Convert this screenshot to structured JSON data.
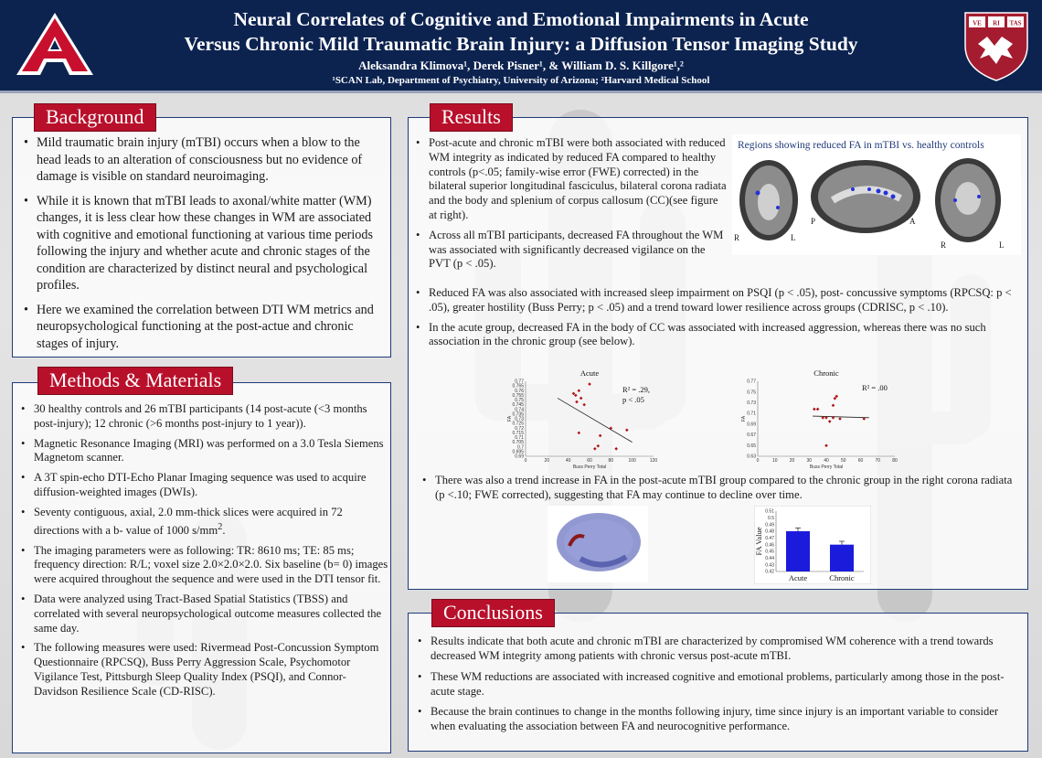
{
  "header": {
    "title_line1": "Neural Correlates of Cognitive and Emotional Impairments in Acute",
    "title_line2": "Versus Chronic Mild Traumatic Brain Injury: a Diffusion Tensor Imaging Study",
    "authors": "Aleksandra Klimova¹,  Derek Pisner¹, &  William D. S. Killgore¹,²",
    "affiliations": "¹SCAN Lab, Department of Psychiatry, University of Arizona; ²Harvard Medical School",
    "logo_left": "A",
    "logo_right_text": [
      "VE",
      "RI",
      "TAS"
    ]
  },
  "background": {
    "title": "Background",
    "bullets": [
      "Mild traumatic brain injury (mTBI) occurs when a blow to the head leads to an alteration of consciousness but no evidence of damage is visible on standard neuroimaging.",
      "While it is known that mTBI leads to axonal/white matter (WM) changes, it is less clear how these changes in WM are associated with cognitive and emotional functioning at various time periods following the injury and whether acute and chronic stages of the condition are characterized by distinct neural and psychological profiles.",
      "Here we examined the correlation between DTI WM metrics and neuropsychological functioning at the post-actue and chronic stages of injury."
    ]
  },
  "methods": {
    "title": "Methods & Materials",
    "bullets": [
      "30 healthy controls and 26 mTBI participants (14 post-acute (<3 months post-injury); 12 chronic (>6 months post-injury to 1 year)).",
      "Magnetic Resonance Imaging (MRI) was performed on a 3.0 Tesla Siemens Magnetom scanner.",
      "A 3T spin-echo DTI-Echo Planar Imaging sequence was used to acquire diffusion-weighted images (DWIs).",
      "Seventy contiguous, axial, 2.0 mm-thick slices were acquired in 72 directions with a b- value of 1000 s/mm².",
      "The imaging parameters were as following: TR: 8610 ms; TE: 85 ms; frequency direction: R/L; voxel size 2.0×2.0×2.0. Six baseline (b= 0) images were acquired throughout the sequence and were used in the DTI tensor fit.",
      "Data were analyzed using Tract-Based Spatial Statistics (TBSS) and correlated with several neuropsychological outcome measures collected the same day.",
      "The following measures were used: Rivermead Post-Concussion Symptom Questionnaire (RPCSQ), Buss Perry Aggression Scale, Psychomotor Vigilance Test, Pittsburgh Sleep Quality Index (PSQI), and Connor-Davidson Resilience Scale (CD-RISC)."
    ]
  },
  "results": {
    "title": "Results",
    "bullets_narrow": [
      "Post-acute and chronic mTBI were both associated with reduced WM integrity as indicated by reduced FA compared to healthy controls (p<.05; family-wise error (FWE) corrected) in the bilateral superior longitudinal fasciculus, bilateral corona radiata and the body and splenium of corpus callosum (CC)(see figure at right).",
      "Across all mTBI participants, decreased FA throughout the WM was associated with significantly decreased vigilance on the PVT (p < .05)."
    ],
    "bullets_wide": [
      "Reduced FA was also associated with increased sleep impairment on PSQI (p < .05), post- concussive symptoms (RPCSQ: p < .05), greater hostility (Buss Perry; p < .05) and a trend toward lower resilience across groups (CDRISC, p < .10).",
      "In the acute group, decreased FA in the body of CC was associated with increased aggression, whereas there was no such association in the chronic group (see below)."
    ],
    "bullet_trend": "There was also a trend increase in FA in the post-acute mTBI group compared to the chronic group in the right corona radiata (p <.10; FWE corrected), suggesting that FA may continue to decline over time.",
    "brain_fig": {
      "caption": "Regions showing reduced FA in mTBI vs. healthy controls",
      "labels": [
        "R",
        "L",
        "P",
        "A",
        "R",
        "L"
      ]
    }
  },
  "conclusions": {
    "title": "Conclusions",
    "bullets": [
      "Results indicate that both acute and chronic mTBI are characterized by compromised WM coherence with a trend towards decreased WM integrity among patients with chronic versus post-acute mTBI.",
      "These WM reductions are associated with increased cognitive and emotional problems, particularly among those in the post-acute stage.",
      "Because the brain continues to change in the months following injury, time since injury is an important variable to consider when evaluating the association between FA and neurocognitive performance."
    ]
  },
  "chart_data": [
    {
      "type": "scatter",
      "title": "Acute",
      "annotation_r2": "R² = .29,",
      "annotation_p": "p < .05",
      "xlabel": "Buss Perry Total",
      "ylabel": "FA",
      "xlim": [
        0,
        120
      ],
      "ylim": [
        0.69,
        0.77
      ],
      "x_ticks": [
        "0",
        "20",
        "40",
        "60",
        "80",
        "100",
        "120"
      ],
      "y_ticks": [
        "0.69",
        "0.695",
        "0.7",
        "0.705",
        "0.71",
        "0.715",
        "0.72",
        "0.725",
        "0.73",
        "0.735",
        "0.74",
        "0.745",
        "0.75",
        "0.755",
        "0.76",
        "0.765",
        "0.77"
      ],
      "x": [
        45,
        50,
        52,
        48,
        55,
        47,
        60,
        50,
        65,
        68,
        80,
        85,
        95,
        70
      ],
      "y": [
        0.757,
        0.76,
        0.752,
        0.748,
        0.745,
        0.755,
        0.767,
        0.715,
        0.698,
        0.701,
        0.72,
        0.698,
        0.718,
        0.712
      ],
      "trend": [
        [
          30,
          0.752
        ],
        [
          100,
          0.705
        ]
      ]
    },
    {
      "type": "scatter",
      "title": "Chronic",
      "annotation_r2": "R² = .00",
      "xlabel": "Buss Perry Total",
      "ylabel": "FA",
      "xlim": [
        0,
        80
      ],
      "ylim": [
        0.63,
        0.77
      ],
      "x_ticks": [
        "0",
        "10",
        "20",
        "30",
        "40",
        "50",
        "60",
        "70",
        "80"
      ],
      "y_ticks": [
        "0.63",
        "0.65",
        "0.67",
        "0.69",
        "0.71",
        "0.73",
        "0.75",
        "0.77"
      ],
      "x": [
        33,
        35,
        40,
        42,
        44,
        45,
        46,
        48,
        38,
        40,
        62,
        44
      ],
      "y": [
        0.718,
        0.718,
        0.702,
        0.695,
        0.702,
        0.738,
        0.742,
        0.7,
        0.702,
        0.65,
        0.7,
        0.725
      ],
      "trend": [
        [
          32,
          0.705
        ],
        [
          65,
          0.702
        ]
      ]
    },
    {
      "type": "bar",
      "categories": [
        "Acute",
        "Chronic"
      ],
      "values": [
        0.48,
        0.46
      ],
      "errors": [
        0.005,
        0.005
      ],
      "ylabel": "FA Value",
      "ylim": [
        0.42,
        0.51
      ],
      "y_ticks": [
        "0.42",
        "0.43",
        "0.44",
        "0.45",
        "0.46",
        "0.47",
        "0.48",
        "0.49",
        "0.5",
        "0.51"
      ],
      "color": "#1b1bdc"
    }
  ],
  "colors": {
    "header_bg": "#0c2350",
    "panel_title_bg": "#b8102b",
    "panel_border": "#1f3a7a",
    "ua_red": "#c8102e",
    "ua_blue": "#0c2350"
  }
}
